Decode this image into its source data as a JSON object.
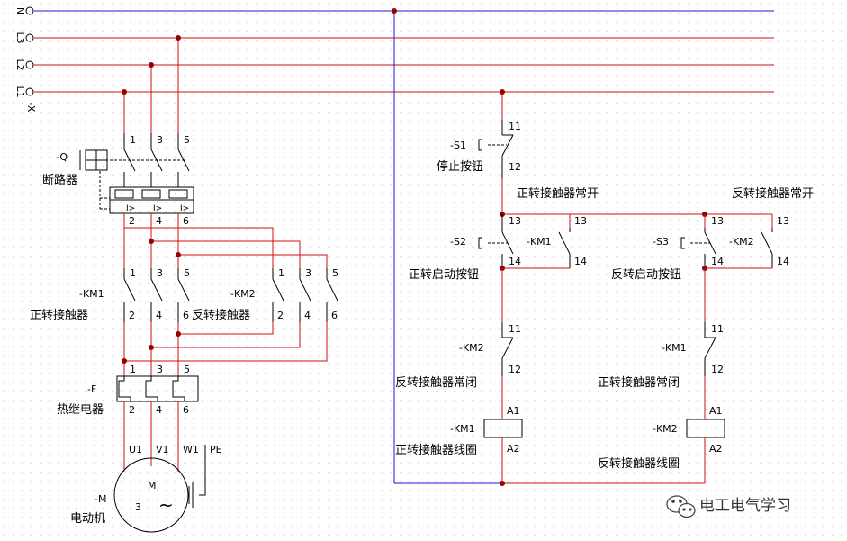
{
  "terminals": {
    "n": "N",
    "l3": "L3",
    "l2": "L2",
    "l1": "L1",
    "x": "-X"
  },
  "breaker": {
    "tag": "-Q",
    "name": "断路器",
    "top_numbers": [
      "1",
      "3",
      "5"
    ],
    "trip_symbol": "I>",
    "bottom_numbers": [
      "2",
      "4",
      "6"
    ]
  },
  "km1_main": {
    "tag": "-KM1",
    "name": "正转接触器",
    "top_numbers": [
      "1",
      "3",
      "5"
    ],
    "bottom_numbers": [
      "2",
      "4",
      "6"
    ]
  },
  "km2_main": {
    "tag": "-KM2",
    "name": "反转接触器",
    "top_numbers": [
      "1",
      "3",
      "5"
    ],
    "bottom_numbers": [
      "2",
      "4",
      "6"
    ]
  },
  "relay": {
    "tag": "-F",
    "name": "热继电器",
    "top_numbers": [
      "1",
      "3",
      "5"
    ],
    "bottom_numbers": [
      "2",
      "4",
      "6"
    ]
  },
  "motor": {
    "tag": "-M",
    "name": "电动机",
    "symbol": "M",
    "phases": "3",
    "wave": "~",
    "terminals": [
      "U1",
      "V1",
      "W1",
      "PE"
    ]
  },
  "control": {
    "stop": {
      "tag": "-S1",
      "name": "停止按钮",
      "num_top": "11",
      "num_bottom": "12"
    },
    "km1_no_heading": "正转接触器常开",
    "km2_no_heading": "反转接触器常开",
    "start_fwd": {
      "tag": "-S2",
      "name": "正转启动按钮",
      "num_top": "13",
      "num_bottom": "14"
    },
    "km1_hold": {
      "tag": "-KM1",
      "num_top": "13",
      "num_bottom": "14"
    },
    "start_rev": {
      "tag": "-S3",
      "name": "反转启动按钮",
      "num_top": "13",
      "num_bottom": "14"
    },
    "km2_hold": {
      "tag": "-KM2",
      "num_top": "13",
      "num_bottom": "14"
    },
    "km2_nc": {
      "tag": "-KM2",
      "name": "反转接触器常闭",
      "num_top": "11",
      "num_bottom": "12"
    },
    "km1_nc": {
      "tag": "-KM1",
      "name": "正转接触器常闭",
      "num_top": "11",
      "num_bottom": "12"
    },
    "km1_coil": {
      "tag": "-KM1",
      "name": "正转接触器线圈",
      "num_top": "A1",
      "num_bottom": "A2"
    },
    "km2_coil": {
      "tag": "-KM2",
      "name": "反转接触器线圈",
      "num_top": "A1",
      "num_bottom": "A2"
    }
  },
  "watermark": {
    "text": "电工电气学习"
  },
  "colors": {
    "phase": "#cc1111",
    "neutral": "#1a1ad4",
    "device": "#000000",
    "background": "#ffffff"
  }
}
